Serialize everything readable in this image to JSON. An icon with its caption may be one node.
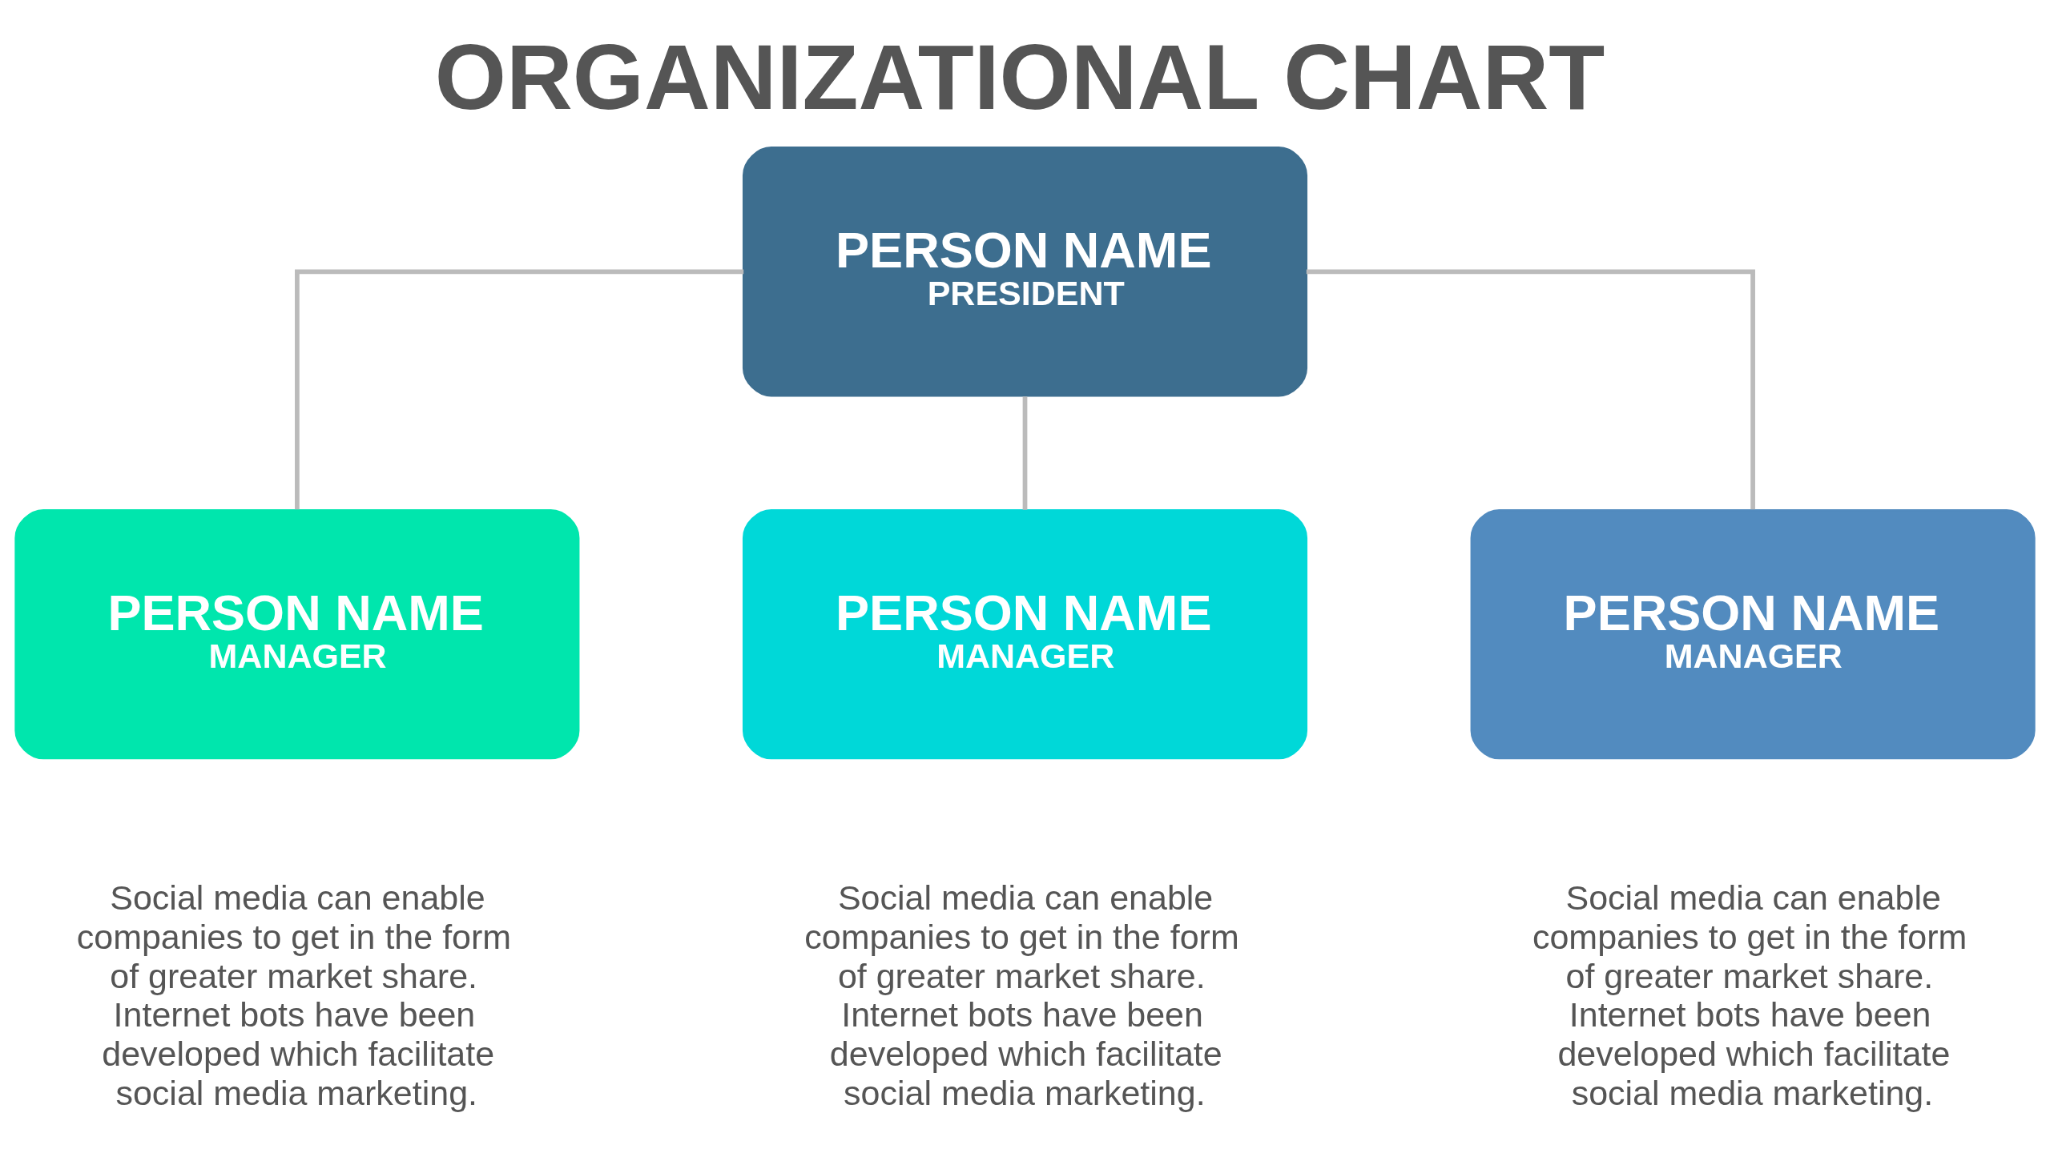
{
  "diagram": {
    "title": "ORGANIZATIONAL CHART",
    "nodes": [
      {
        "text": [
          "PERSON NAME",
          "PRESIDENT"
        ]
      },
      {
        "text": [
          "PERSON NAME",
          "MANAGER"
        ],
        "beside": [
          "Social media can enable companies to get in the form of greater market share. Internet bots have been developed which facilitate social media marketing."
        ]
      },
      {
        "text": [
          "PERSON NAME",
          "MANAGER"
        ],
        "beside": [
          "Social media can enable companies to get in the form of greater market share. Internet bots have been developed which facilitate social media marketing."
        ]
      },
      {
        "text": [
          "PERSON NAME",
          "MANAGER"
        ],
        "beside": [
          "Social media can enable companies to get in the form of greater market share. Internet bots have been developed which facilitate social media marketing."
        ]
      }
    ],
    "edges": [
      {
        "from": 0,
        "to": 1,
        "arrow": "none"
      },
      {
        "from": 0,
        "to": 2,
        "arrow": "none"
      },
      {
        "from": 0,
        "to": 3,
        "arrow": "none"
      }
    ]
  }
}
